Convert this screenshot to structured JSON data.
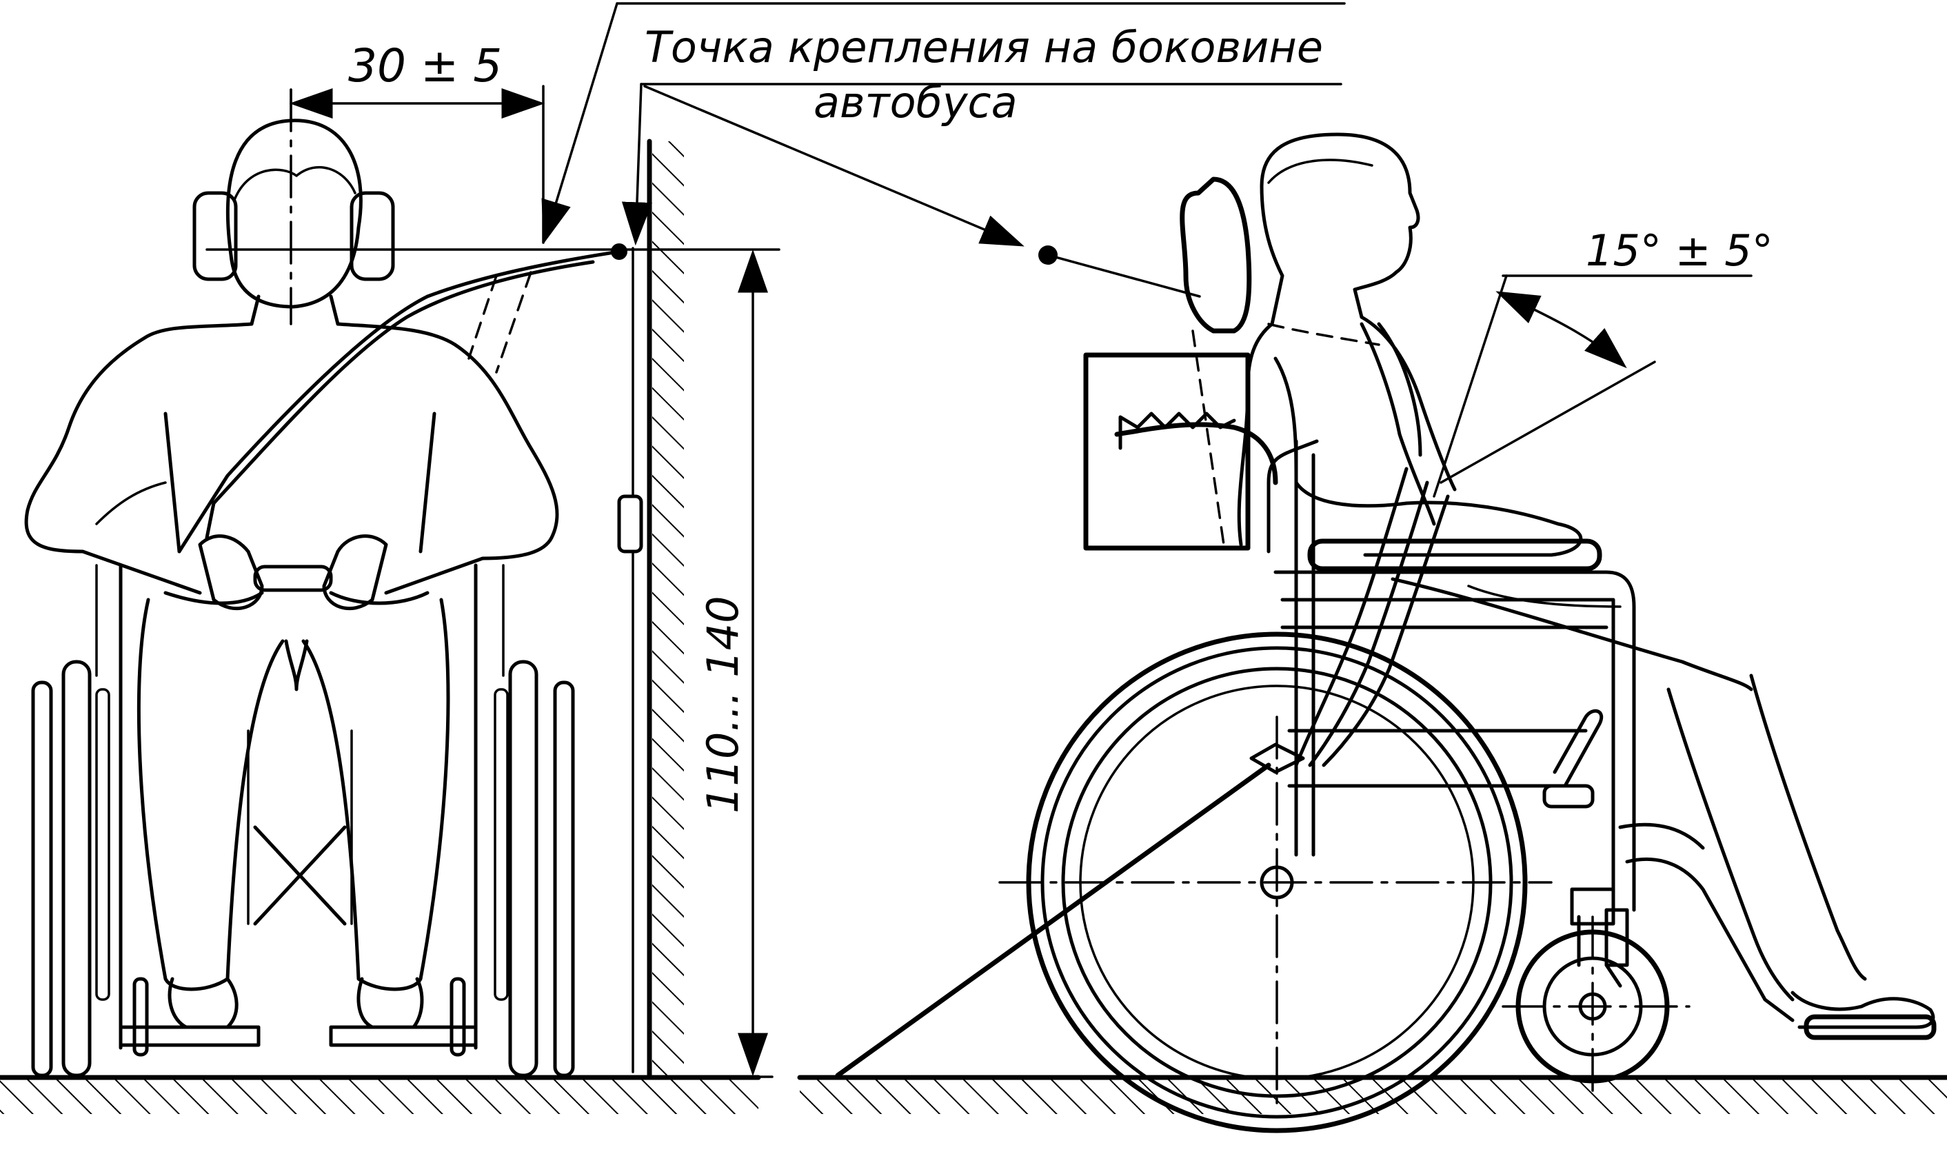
{
  "annotations": {
    "anchor_label_line1": "Точка крепления на боковине",
    "anchor_label_line2": "автобуса",
    "offset_dim": "30 ± 5",
    "height_dim": "110... 140",
    "angle_dim": "15° ± 5°"
  }
}
